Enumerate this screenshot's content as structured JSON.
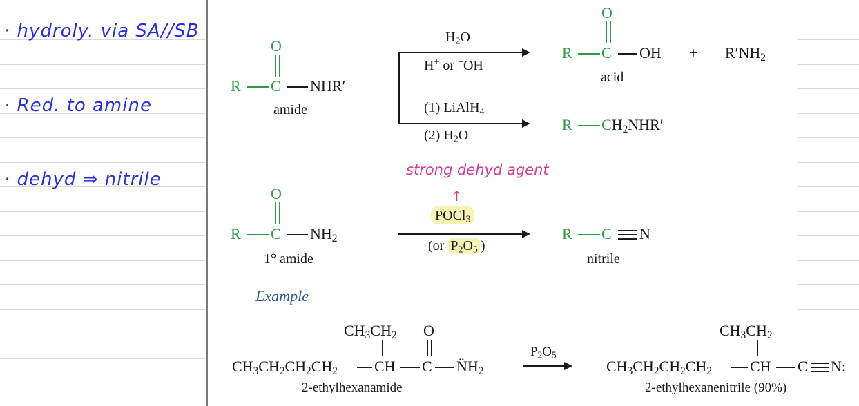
{
  "notes": [
    "· hydroly. via SA//SB",
    "· Red. to amine",
    "· dehyd ⇒ nitrile"
  ],
  "amide_reactant": {
    "O": "O",
    "R": "R",
    "C": "C",
    "group": "NHR′",
    "name": "amide"
  },
  "hydrolysis": {
    "reagent_top": "H2O",
    "reagent_bottom": "H+ or −OH",
    "product_R": "R",
    "product_C": "C",
    "product_O": "O",
    "product_OH": "OH",
    "plus": "+",
    "product_amine": "R′NH2",
    "product_name": "acid"
  },
  "reduction": {
    "reagent_top": "(1) LiAlH4",
    "reagent_bottom": "(2) H2O",
    "product_R": "R",
    "product_rest": "CH2NHR′"
  },
  "annotation": {
    "text": "strong dehyd agent",
    "arrow": "↑"
  },
  "primary_amide": {
    "O": "O",
    "R": "R",
    "C": "C",
    "group": "NH2",
    "name": "1° amide"
  },
  "dehydration": {
    "reagent_top": "POCl3",
    "reagent_bottom": "(or P2O5)",
    "product_R": "R",
    "product_C": "C",
    "product_N": "N",
    "product_name": "nitrile"
  },
  "example_label": "Example",
  "example": {
    "branch_left": "CH3CH2",
    "reactant_chain": "CH3CH2CH2CH2",
    "reactant_ch": "CH",
    "reactant_c": "C",
    "reactant_O": "O",
    "reactant_nh2": "N̈H2",
    "reagent": "P2O5",
    "branch_right": "CH3CH2",
    "product_chain": "CH3CH2CH2CH2",
    "product_ch": "CH",
    "product_c": "C",
    "product_n": "N:",
    "reactant_name": "2-ethylhexanamide",
    "product_name": "2-ethylhexanenitrile (90%)"
  }
}
